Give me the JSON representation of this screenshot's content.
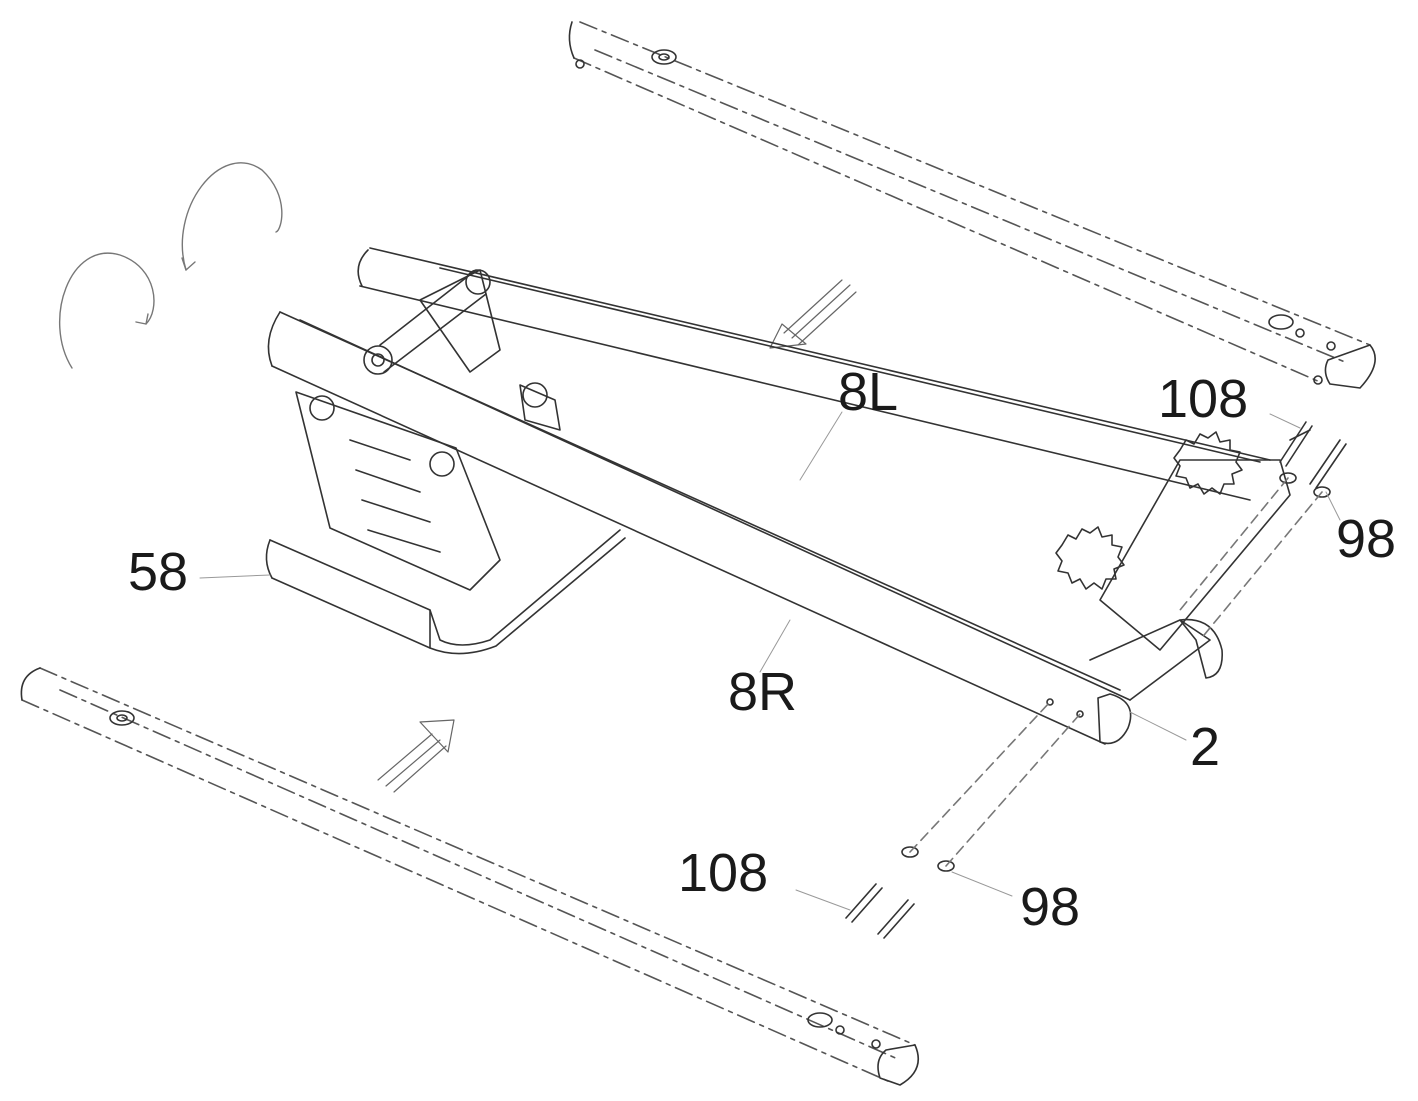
{
  "labels": {
    "rail_left": "8L",
    "rail_right": "8R",
    "front_unit": "58",
    "rear_leg": "2",
    "bolt_top": "108",
    "washer_top": "98",
    "bolt_bottom": "108",
    "washer_bottom": "98"
  },
  "colors": {
    "line": "#333333",
    "dash": "#555555",
    "label": "#1a1a1a",
    "background": "#ffffff"
  }
}
